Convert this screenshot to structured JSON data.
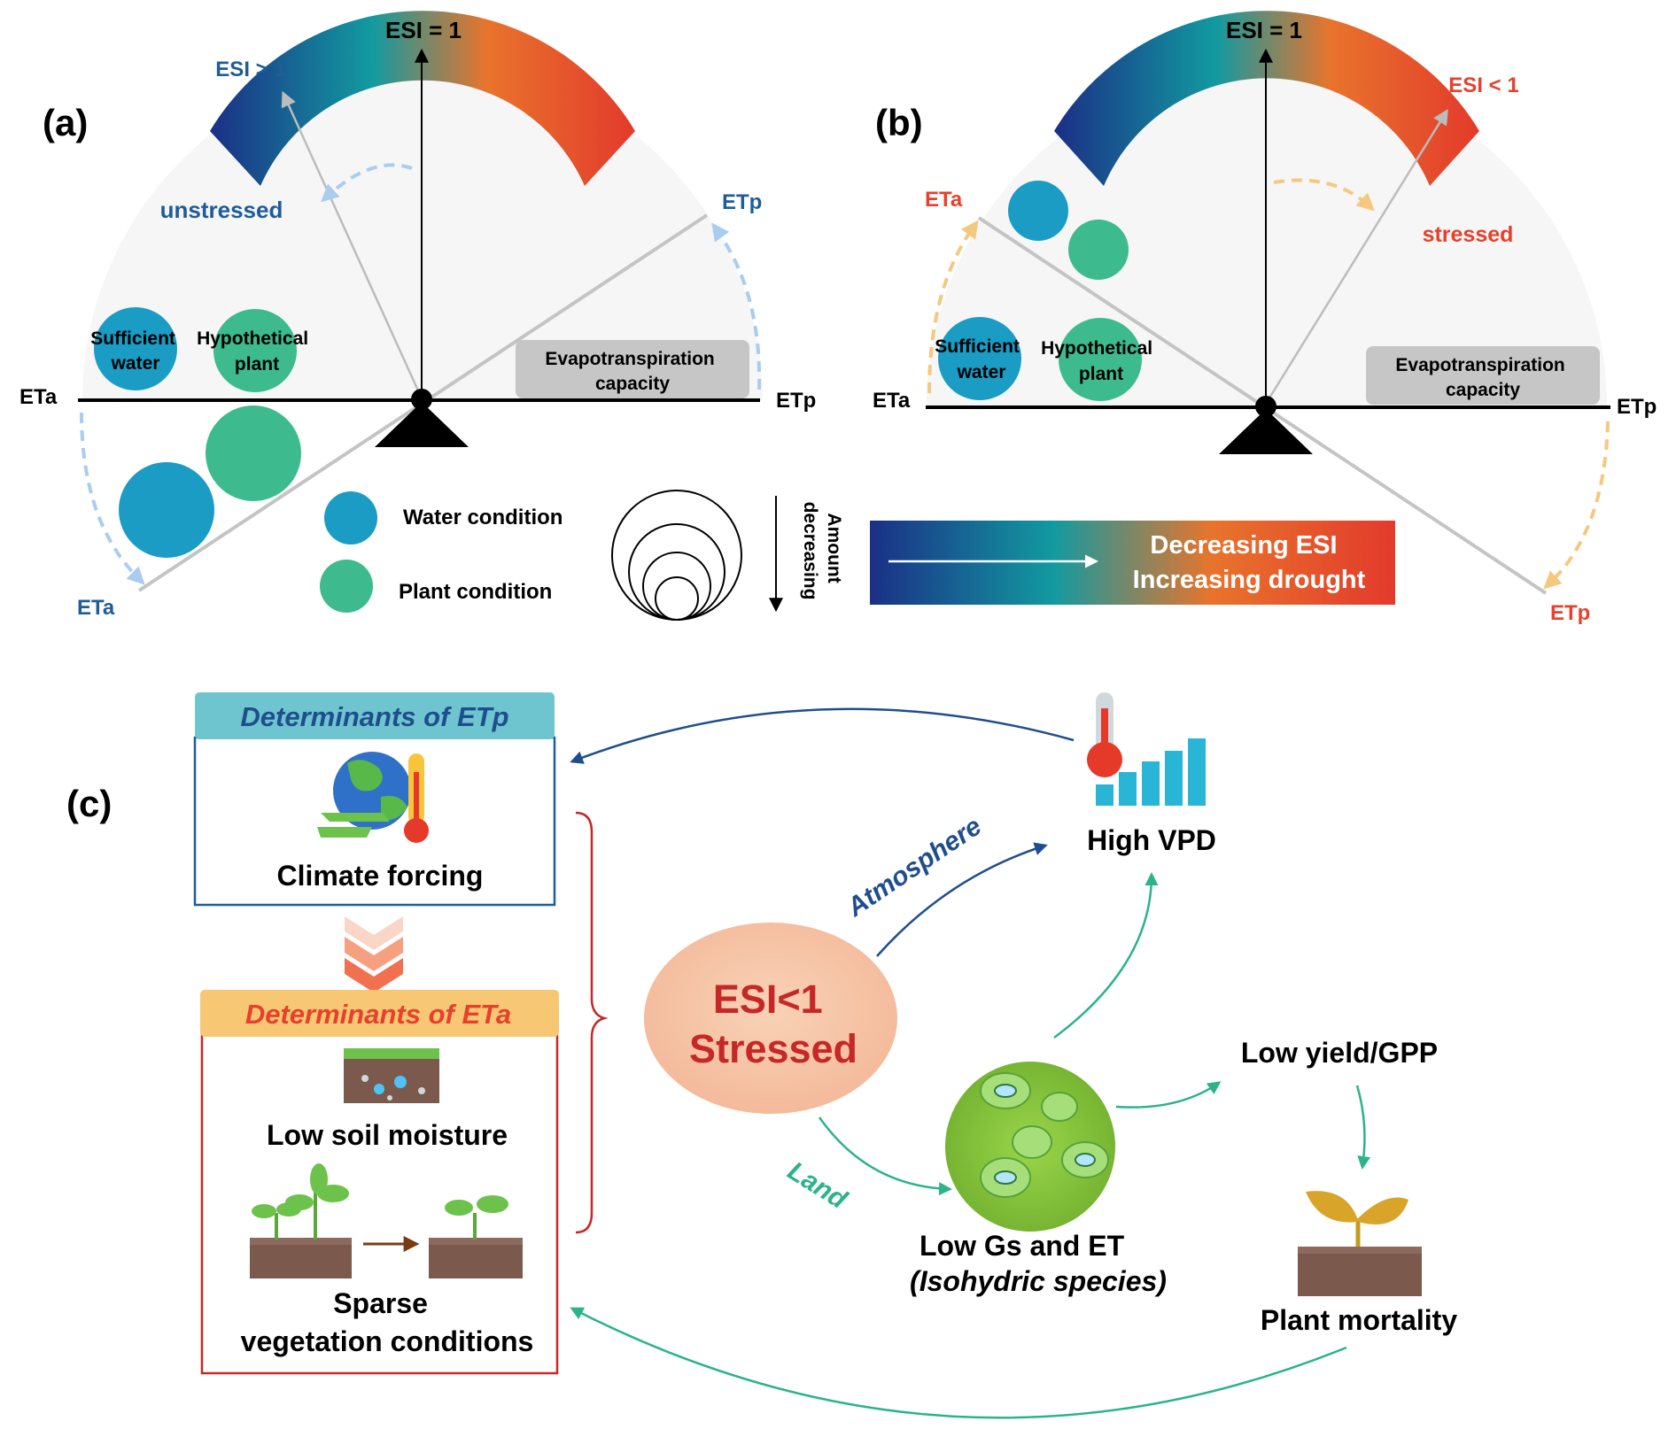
{
  "panel_a": {
    "label": "(a)",
    "esi_top": "ESI = 1",
    "esi_state": "ESI > 1",
    "status": "unstressed",
    "eta_left": "ETa",
    "eta_lower": "ETa",
    "etp_right": "ETp",
    "etp_upper": "ETp",
    "water_circle": [
      "Sufficient",
      "water"
    ],
    "plant_circle": [
      "Hypothetical",
      "plant"
    ],
    "capacity_box": [
      "Evapotranspiration",
      "capacity"
    ],
    "legend_water": "Water condition",
    "legend_plant": "Plant condition",
    "amount_label": [
      "Amount",
      "decreasing"
    ]
  },
  "panel_b": {
    "label": "(b)",
    "esi_top": "ESI = 1",
    "esi_state": "ESI < 1",
    "status": "stressed",
    "eta_left": "ETa",
    "eta_upper": "ETa",
    "etp_right": "ETp",
    "etp_lower": "ETp",
    "water_circle": [
      "Sufficient",
      "water"
    ],
    "plant_circle": [
      "Hypothetical",
      "plant"
    ],
    "capacity_box": [
      "Evapotranspiration",
      "capacity"
    ],
    "gradient_legend": [
      "Decreasing ESI",
      "Increasing drought"
    ]
  },
  "panel_c": {
    "label": "(c)",
    "etp_header": "Determinants of ETp",
    "climate": "Climate forcing",
    "eta_header": "Determinants of ETa",
    "soil": "Low soil moisture",
    "sparse": [
      "Sparse",
      "vegetation conditions"
    ],
    "center": [
      "ESI<1",
      "Stressed"
    ],
    "atmosphere": "Atmosphere",
    "land": "Land",
    "vpd": "High VPD",
    "gs": [
      "Low Gs and ET",
      "(Isohydric species)"
    ],
    "yield": "Low yield/GPP",
    "mortality": "Plant mortality"
  },
  "colors": {
    "blue_text": "#1f5c99",
    "red_text": "#e8402c",
    "teal": "#2bb38a",
    "water": "#1a9cc4",
    "plant": "#3dbb8e",
    "esi_gradient": [
      "#1b2f86",
      "#129aa0",
      "#e8742c",
      "#e33a2c"
    ],
    "arrow_blue": "#a9cdee",
    "arrow_orange": "#f5c880"
  }
}
